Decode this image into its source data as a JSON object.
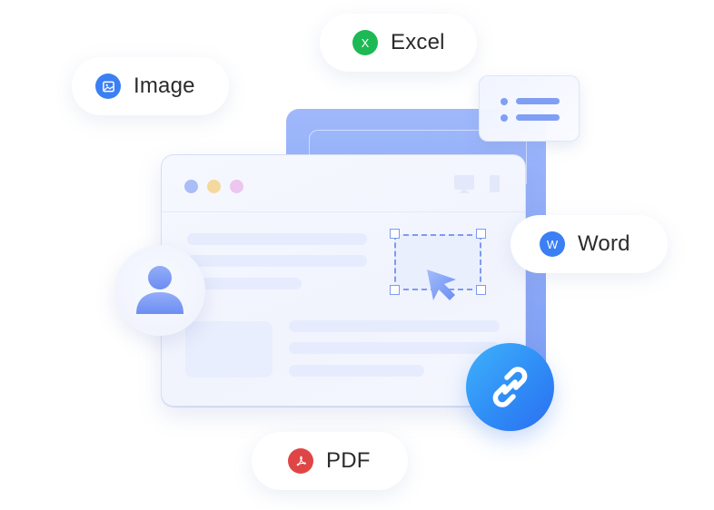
{
  "pills": {
    "image": {
      "label": "Image",
      "icon": "image-icon",
      "color": "#3b7ff5"
    },
    "excel": {
      "label": "Excel",
      "icon": "excel-icon",
      "icon_letter": "X",
      "color": "#1db954"
    },
    "word": {
      "label": "Word",
      "icon": "word-icon",
      "icon_letter": "W",
      "color": "#3b7ff5"
    },
    "pdf": {
      "label": "PDF",
      "icon": "pdf-icon",
      "color": "#e04545"
    }
  },
  "browser": {
    "window_dots": [
      "#a9bdf7",
      "#f5d99c",
      "#ecc6ee"
    ],
    "toolbar_icons": [
      "monitor-icon",
      "phone-icon"
    ]
  },
  "decorations": {
    "avatar": "user-icon",
    "link": "link-icon",
    "list_card": "list-icon",
    "cursor": "cursor-icon"
  },
  "colors": {
    "accent_blue": "#7f9ff5",
    "link_gradient_start": "#3fb2fb",
    "link_gradient_end": "#2d6ff0"
  }
}
